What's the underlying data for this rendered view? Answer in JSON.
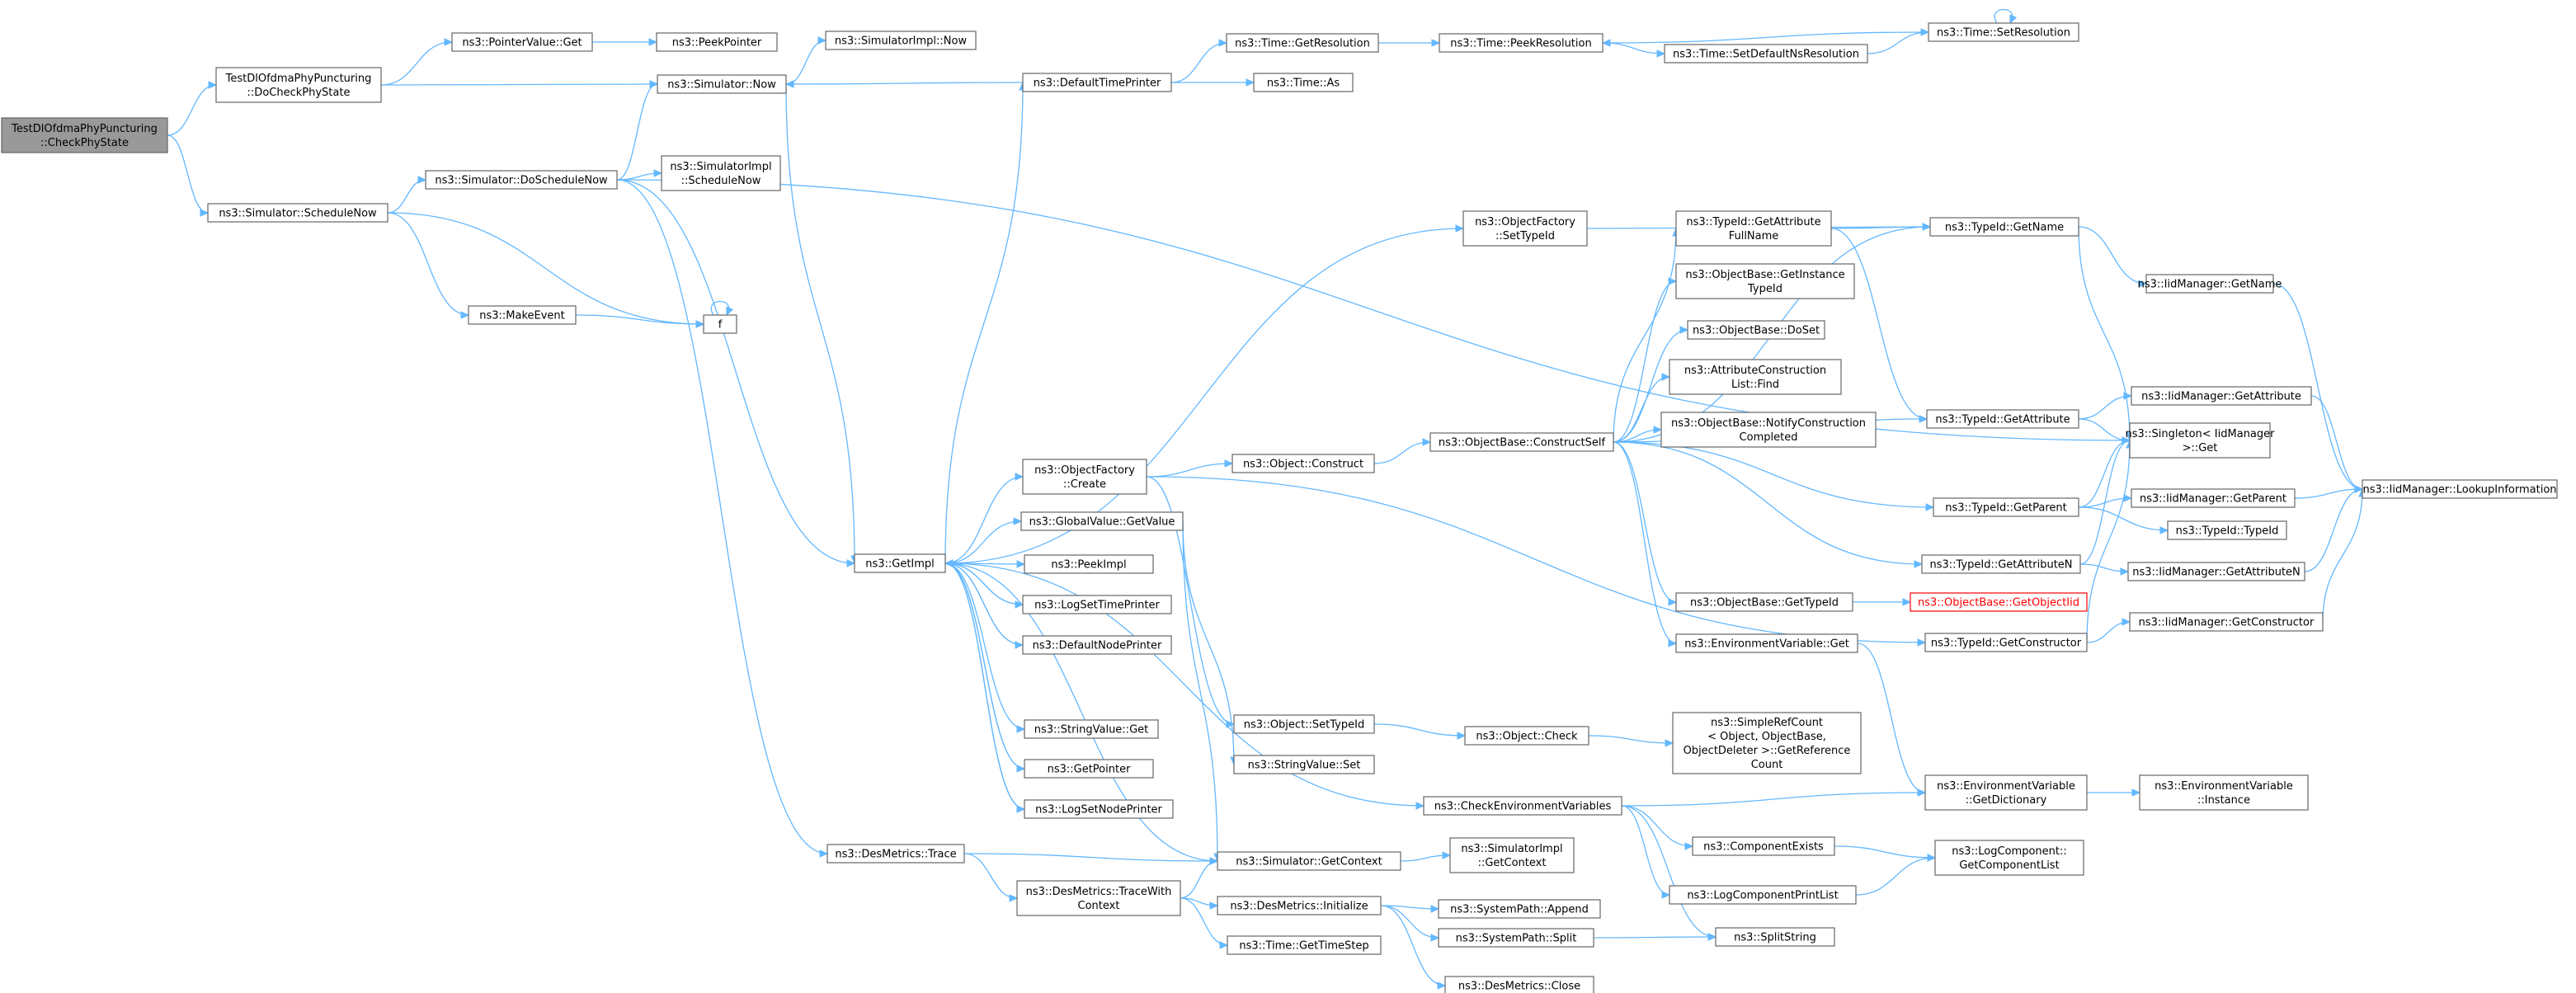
{
  "graph": {
    "type": "call-graph",
    "edge_color": "#63b8ff",
    "node_border_color": "#666666",
    "root_fill_color": "#999999",
    "alert_color": "#ff0000",
    "nodes": [
      {
        "id": "root",
        "lines": [
          "TestDlOfdmaPhyPuncturing",
          "::CheckPhyState"
        ],
        "root": true
      },
      {
        "id": "doCheck",
        "lines": [
          "TestDlOfdmaPhyPuncturing",
          "::DoCheckPhyState"
        ]
      },
      {
        "id": "ptrGet",
        "lines": [
          "ns3::PointerValue::Get"
        ]
      },
      {
        "id": "peekPtr",
        "lines": [
          "ns3::PeekPointer"
        ]
      },
      {
        "id": "simNow",
        "lines": [
          "ns3::Simulator::Now"
        ]
      },
      {
        "id": "simImplNow",
        "lines": [
          "ns3::SimulatorImpl::Now"
        ]
      },
      {
        "id": "schedNow",
        "lines": [
          "ns3::Simulator::ScheduleNow"
        ]
      },
      {
        "id": "doSched",
        "lines": [
          "ns3::Simulator::DoScheduleNow"
        ]
      },
      {
        "id": "simImplSched",
        "lines": [
          "ns3::SimulatorImpl",
          "::ScheduleNow"
        ]
      },
      {
        "id": "makeEvent",
        "lines": [
          "ns3::MakeEvent"
        ]
      },
      {
        "id": "f",
        "lines": [
          "f"
        ]
      },
      {
        "id": "getImpl",
        "lines": [
          "ns3::GetImpl"
        ]
      },
      {
        "id": "defTime",
        "lines": [
          "ns3::DefaultTimePrinter"
        ]
      },
      {
        "id": "getRes",
        "lines": [
          "ns3::Time::GetResolution"
        ]
      },
      {
        "id": "peekRes",
        "lines": [
          "ns3::Time::PeekResolution"
        ]
      },
      {
        "id": "setRes",
        "lines": [
          "ns3::Time::SetResolution"
        ]
      },
      {
        "id": "setDefNs",
        "lines": [
          "ns3::Time::SetDefaultNsResolution"
        ]
      },
      {
        "id": "timeAs",
        "lines": [
          "ns3::Time::As"
        ]
      },
      {
        "id": "ofSetTid",
        "lines": [
          "ns3::ObjectFactory",
          "::SetTypeId"
        ]
      },
      {
        "id": "tidAttrFull",
        "lines": [
          "ns3::TypeId::GetAttribute",
          "FullName"
        ]
      },
      {
        "id": "tidGetName",
        "lines": [
          "ns3::TypeId::GetName"
        ]
      },
      {
        "id": "iidGetName",
        "lines": [
          "ns3::IidManager::GetName"
        ]
      },
      {
        "id": "obGetInst",
        "lines": [
          "ns3::ObjectBase::GetInstance",
          "TypeId"
        ]
      },
      {
        "id": "obDoSet",
        "lines": [
          "ns3::ObjectBase::DoSet"
        ]
      },
      {
        "id": "acFind",
        "lines": [
          "ns3::AttributeConstruction",
          "List::Find"
        ]
      },
      {
        "id": "obNotify",
        "lines": [
          "ns3::ObjectBase::NotifyConstruction",
          "Completed"
        ]
      },
      {
        "id": "tidGetAttr",
        "lines": [
          "ns3::TypeId::GetAttribute"
        ]
      },
      {
        "id": "iidGetAttr",
        "lines": [
          "ns3::IidManager::GetAttribute"
        ]
      },
      {
        "id": "singleton",
        "lines": [
          "ns3::Singleton< IidManager",
          " >::Get"
        ]
      },
      {
        "id": "ofCreate",
        "lines": [
          "ns3::ObjectFactory",
          "::Create"
        ]
      },
      {
        "id": "objConstruct",
        "lines": [
          "ns3::Object::Construct"
        ]
      },
      {
        "id": "obConstructSelf",
        "lines": [
          "ns3::ObjectBase::ConstructSelf"
        ]
      },
      {
        "id": "gvGet",
        "lines": [
          "ns3::GlobalValue::GetValue"
        ]
      },
      {
        "id": "tidGetParent",
        "lines": [
          "ns3::TypeId::GetParent"
        ]
      },
      {
        "id": "iidGetParent",
        "lines": [
          "ns3::IidManager::GetParent"
        ]
      },
      {
        "id": "lookup",
        "lines": [
          "ns3::IidManager::LookupInformation"
        ]
      },
      {
        "id": "tidTid",
        "lines": [
          "ns3::TypeId::TypeId"
        ]
      },
      {
        "id": "peekImpl",
        "lines": [
          "ns3::PeekImpl"
        ]
      },
      {
        "id": "tidGetAttrN",
        "lines": [
          "ns3::TypeId::GetAttributeN"
        ]
      },
      {
        "id": "iidGetAttrN",
        "lines": [
          "ns3::IidManager::GetAttributeN"
        ]
      },
      {
        "id": "logSetTime",
        "lines": [
          "ns3::LogSetTimePrinter"
        ]
      },
      {
        "id": "obGetTid",
        "lines": [
          "ns3::ObjectBase::GetTypeId"
        ]
      },
      {
        "id": "obGetObjTid",
        "lines": [
          "ns3::ObjectBase::GetObjectIid"
        ],
        "alert": true
      },
      {
        "id": "defNode",
        "lines": [
          "ns3::DefaultNodePrinter"
        ]
      },
      {
        "id": "envGet",
        "lines": [
          "ns3::EnvironmentVariable::Get"
        ]
      },
      {
        "id": "tidGetCtor",
        "lines": [
          "ns3::TypeId::GetConstructor"
        ]
      },
      {
        "id": "iidGetCtor",
        "lines": [
          "ns3::IidManager::GetConstructor"
        ]
      },
      {
        "id": "objSetTid",
        "lines": [
          "ns3::Object::SetTypeId"
        ]
      },
      {
        "id": "objCheck",
        "lines": [
          "ns3::Object::Check"
        ]
      },
      {
        "id": "srcGetRef",
        "lines": [
          "ns3::SimpleRefCount",
          "< Object, ObjectBase,",
          "ObjectDeleter >::GetReference",
          "Count"
        ]
      },
      {
        "id": "strGet",
        "lines": [
          "ns3::StringValue::Get"
        ]
      },
      {
        "id": "strSet",
        "lines": [
          "ns3::StringValue::Set"
        ]
      },
      {
        "id": "getPointer",
        "lines": [
          "ns3::GetPointer"
        ]
      },
      {
        "id": "checkEnv",
        "lines": [
          "ns3::CheckEnvironmentVariables"
        ]
      },
      {
        "id": "envDict",
        "lines": [
          "ns3::EnvironmentVariable",
          "::GetDictionary"
        ]
      },
      {
        "id": "envInst",
        "lines": [
          "ns3::EnvironmentVariable",
          "::Instance"
        ]
      },
      {
        "id": "logSetNode",
        "lines": [
          "ns3::LogSetNodePrinter"
        ]
      },
      {
        "id": "compExists",
        "lines": [
          "ns3::ComponentExists"
        ]
      },
      {
        "id": "logCompList",
        "lines": [
          "ns3::LogComponent::",
          "GetComponentList"
        ]
      },
      {
        "id": "desTrace",
        "lines": [
          "ns3::DesMetrics::Trace"
        ]
      },
      {
        "id": "simGetCtx",
        "lines": [
          "ns3::Simulator::GetContext"
        ]
      },
      {
        "id": "simImplGetCtx",
        "lines": [
          "ns3::SimulatorImpl",
          "::GetContext"
        ]
      },
      {
        "id": "logPrintList",
        "lines": [
          "ns3::LogComponentPrintList"
        ]
      },
      {
        "id": "desTraceCtx",
        "lines": [
          "ns3::DesMetrics::TraceWith",
          "Context"
        ]
      },
      {
        "id": "desInit",
        "lines": [
          "ns3::DesMetrics::Initialize"
        ]
      },
      {
        "id": "sysAppend",
        "lines": [
          "ns3::SystemPath::Append"
        ]
      },
      {
        "id": "sysSplit",
        "lines": [
          "ns3::SystemPath::Split"
        ]
      },
      {
        "id": "splitStr",
        "lines": [
          "ns3::SplitString"
        ]
      },
      {
        "id": "timeStep",
        "lines": [
          "ns3::Time::GetTimeStep"
        ]
      },
      {
        "id": "desClose",
        "lines": [
          "ns3::DesMetrics::Close"
        ]
      }
    ],
    "edges": [
      [
        "root",
        "doCheck"
      ],
      [
        "root",
        "schedNow"
      ],
      [
        "doCheck",
        "ptrGet"
      ],
      [
        "doCheck",
        "simNow"
      ],
      [
        "ptrGet",
        "peekPtr"
      ],
      [
        "simNow",
        "simImplNow"
      ],
      [
        "simNow",
        "getImpl"
      ],
      [
        "schedNow",
        "doSched"
      ],
      [
        "schedNow",
        "makeEvent"
      ],
      [
        "schedNow",
        "f"
      ],
      [
        "makeEvent",
        "f"
      ],
      [
        "f",
        "f"
      ],
      [
        "doSched",
        "simNow"
      ],
      [
        "doSched",
        "simImplSched"
      ],
      [
        "doSched",
        "getImpl"
      ],
      [
        "doSched",
        "desTrace"
      ],
      [
        "doSched",
        "singleton"
      ],
      [
        "defTime",
        "simNow"
      ],
      [
        "defTime",
        "getRes"
      ],
      [
        "defTime",
        "timeAs"
      ],
      [
        "getRes",
        "peekRes"
      ],
      [
        "peekRes",
        "setDefNs"
      ],
      [
        "setDefNs",
        "setRes"
      ],
      [
        "setRes",
        "peekRes"
      ],
      [
        "setRes",
        "setRes"
      ],
      [
        "getImpl",
        "defTime"
      ],
      [
        "getImpl",
        "ofSetTid"
      ],
      [
        "getImpl",
        "ofCreate"
      ],
      [
        "getImpl",
        "gvGet"
      ],
      [
        "getImpl",
        "peekImpl"
      ],
      [
        "getImpl",
        "logSetTime"
      ],
      [
        "getImpl",
        "defNode"
      ],
      [
        "getImpl",
        "strGet"
      ],
      [
        "getImpl",
        "getPointer"
      ],
      [
        "getImpl",
        "logSetNode"
      ],
      [
        "getImpl",
        "simGetCtx"
      ],
      [
        "getImpl",
        "checkEnv"
      ],
      [
        "logSetTime",
        "getImpl"
      ],
      [
        "defNode",
        "getImpl"
      ],
      [
        "getPointer",
        "getImpl"
      ],
      [
        "logSetNode",
        "getImpl"
      ],
      [
        "ofSetTid",
        "tidGetName"
      ],
      [
        "ofCreate",
        "objConstruct"
      ],
      [
        "ofCreate",
        "tidGetCtor"
      ],
      [
        "ofCreate",
        "objSetTid"
      ],
      [
        "objConstruct",
        "obConstructSelf"
      ],
      [
        "gvGet",
        "strSet"
      ],
      [
        "gvGet",
        "simGetCtx"
      ],
      [
        "obConstructSelf",
        "tidAttrFull"
      ],
      [
        "obConstructSelf",
        "tidGetName"
      ],
      [
        "obConstructSelf",
        "obGetInst"
      ],
      [
        "obConstructSelf",
        "obDoSet"
      ],
      [
        "obConstructSelf",
        "acFind"
      ],
      [
        "obConstructSelf",
        "obNotify"
      ],
      [
        "obConstructSelf",
        "tidGetAttr"
      ],
      [
        "obConstructSelf",
        "tidGetParent"
      ],
      [
        "obConstructSelf",
        "tidGetAttrN"
      ],
      [
        "obConstructSelf",
        "obGetTid"
      ],
      [
        "obConstructSelf",
        "envGet"
      ],
      [
        "tidAttrFull",
        "tidGetName"
      ],
      [
        "tidAttrFull",
        "tidGetAttr"
      ],
      [
        "tidGetName",
        "iidGetName"
      ],
      [
        "tidGetName",
        "singleton"
      ],
      [
        "iidGetName",
        "lookup"
      ],
      [
        "tidGetAttr",
        "iidGetAttr"
      ],
      [
        "tidGetAttr",
        "singleton"
      ],
      [
        "iidGetAttr",
        "lookup"
      ],
      [
        "tidGetParent",
        "iidGetParent"
      ],
      [
        "tidGetParent",
        "singleton"
      ],
      [
        "tidGetParent",
        "tidTid"
      ],
      [
        "iidGetParent",
        "lookup"
      ],
      [
        "tidGetAttrN",
        "iidGetAttrN"
      ],
      [
        "tidGetAttrN",
        "singleton"
      ],
      [
        "iidGetAttrN",
        "lookup"
      ],
      [
        "obGetTid",
        "obGetObjTid"
      ],
      [
        "tidGetCtor",
        "iidGetCtor"
      ],
      [
        "tidGetCtor",
        "singleton"
      ],
      [
        "iidGetCtor",
        "lookup"
      ],
      [
        "envGet",
        "envDict"
      ],
      [
        "envDict",
        "envInst"
      ],
      [
        "objSetTid",
        "objCheck"
      ],
      [
        "objCheck",
        "srcGetRef"
      ],
      [
        "checkEnv",
        "envDict"
      ],
      [
        "checkEnv",
        "compExists"
      ],
      [
        "checkEnv",
        "logPrintList"
      ],
      [
        "checkEnv",
        "splitStr"
      ],
      [
        "compExists",
        "logCompList"
      ],
      [
        "logPrintList",
        "logCompList"
      ],
      [
        "desTrace",
        "simGetCtx"
      ],
      [
        "desTrace",
        "desTraceCtx"
      ],
      [
        "desTraceCtx",
        "simGetCtx"
      ],
      [
        "desTraceCtx",
        "desInit"
      ],
      [
        "desTraceCtx",
        "timeStep"
      ],
      [
        "simGetCtx",
        "simImplGetCtx"
      ],
      [
        "desInit",
        "sysAppend"
      ],
      [
        "desInit",
        "sysSplit"
      ],
      [
        "desInit",
        "desClose"
      ],
      [
        "sysSplit",
        "splitStr"
      ]
    ]
  }
}
